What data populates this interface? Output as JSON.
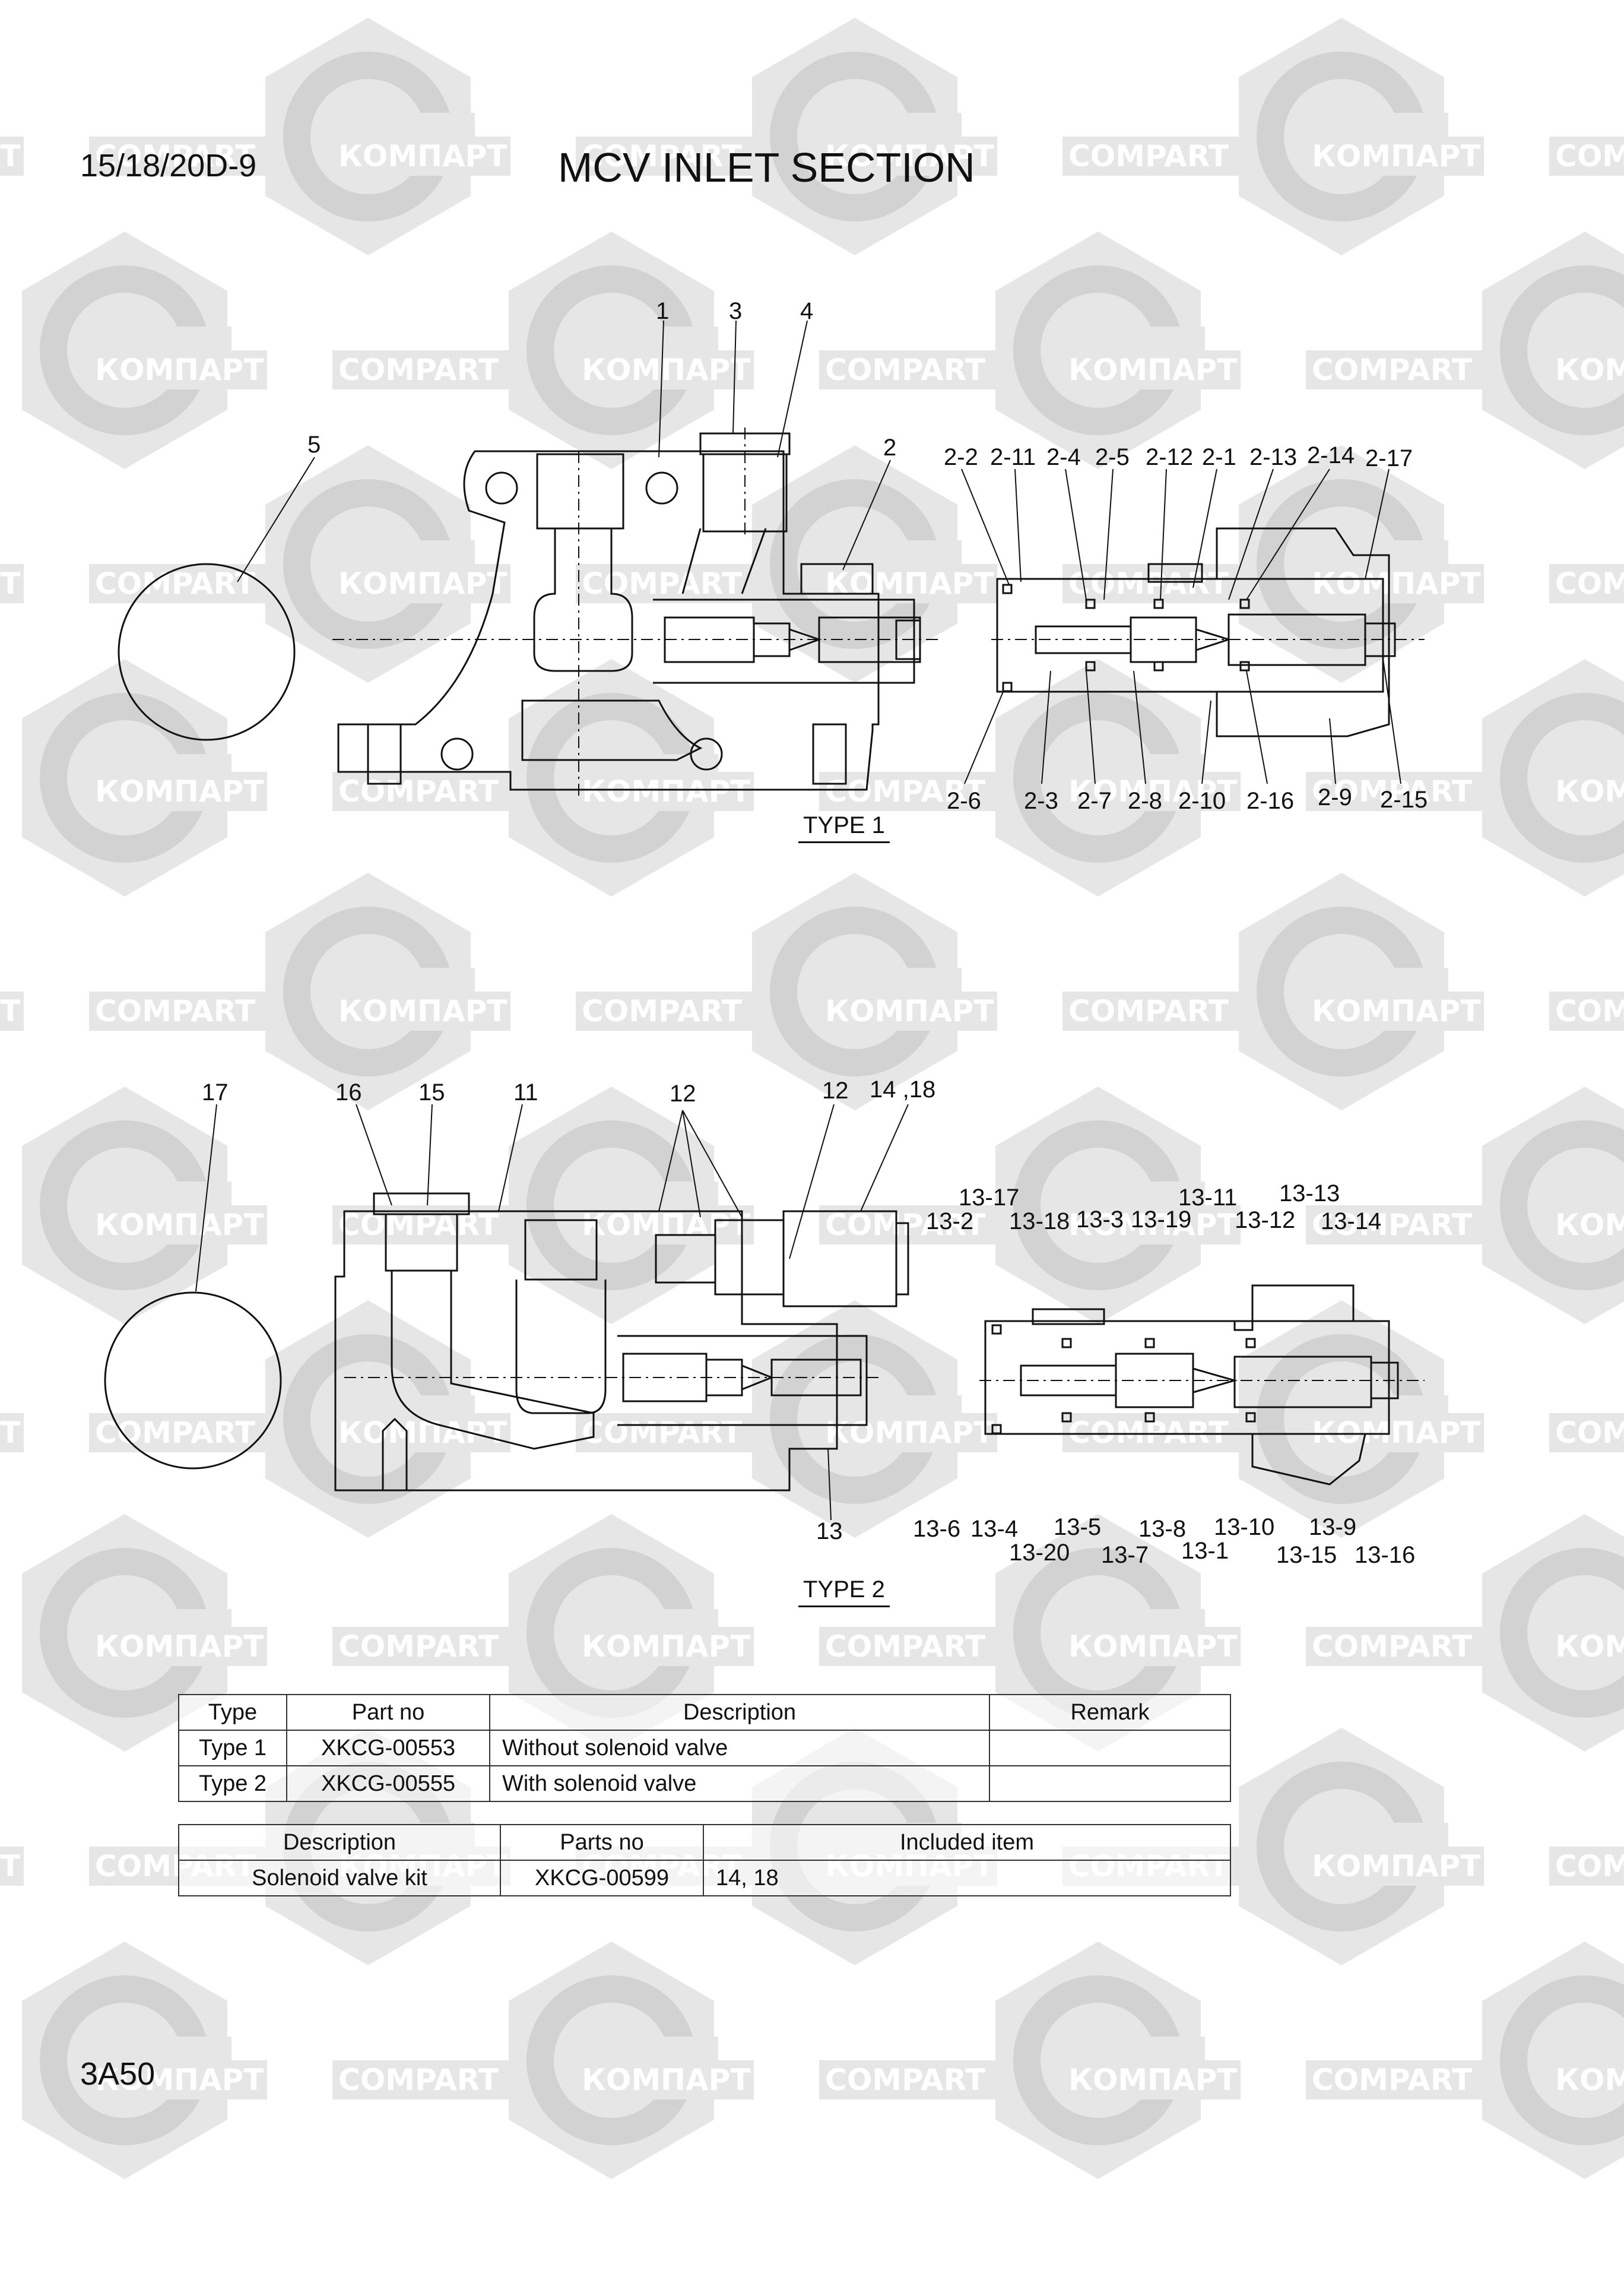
{
  "header": {
    "model": "15/18/20D-9",
    "title": "MCV INLET SECTION"
  },
  "footer": {
    "page_code": "3A50"
  },
  "watermark": {
    "text_latin": "COMPART",
    "text_cyrillic": "КОМПАРТ",
    "color": "#d9d9d9"
  },
  "type1": {
    "label": "TYPE 1",
    "callouts": [
      "1",
      "3",
      "4",
      "5",
      "2",
      "2-2",
      "2-11",
      "2-4",
      "2-5",
      "2-12",
      "2-1",
      "2-13",
      "2-14",
      "2-17",
      "2-6",
      "2-3",
      "2-7",
      "2-8",
      "2-10",
      "2-16",
      "2-9",
      "2-15"
    ]
  },
  "type2": {
    "label": "TYPE 2",
    "callouts": [
      "17",
      "16",
      "15",
      "11",
      "12",
      "12",
      "14 ,18",
      "13-17",
      "13-2",
      "13-18",
      "13-3",
      "13-19",
      "13-11",
      "13-13",
      "13-12",
      "13-14",
      "13",
      "13-6",
      "13-4",
      "13-5",
      "13-20",
      "13-7",
      "13-8",
      "13-1",
      "13-10",
      "13-9",
      "13-15",
      "13-16"
    ]
  },
  "table_types": {
    "headers": [
      "Type",
      "Part no",
      "Description",
      "Remark"
    ],
    "rows": [
      [
        "Type 1",
        "XKCG-00553",
        "Without solenoid valve",
        ""
      ],
      [
        "Type 2",
        "XKCG-00555",
        "With solenoid valve",
        ""
      ]
    ]
  },
  "table_kit": {
    "headers": [
      "Description",
      "Parts no",
      "Included item"
    ],
    "rows": [
      [
        "Solenoid valve kit",
        "XKCG-00599",
        "14, 18"
      ]
    ]
  }
}
